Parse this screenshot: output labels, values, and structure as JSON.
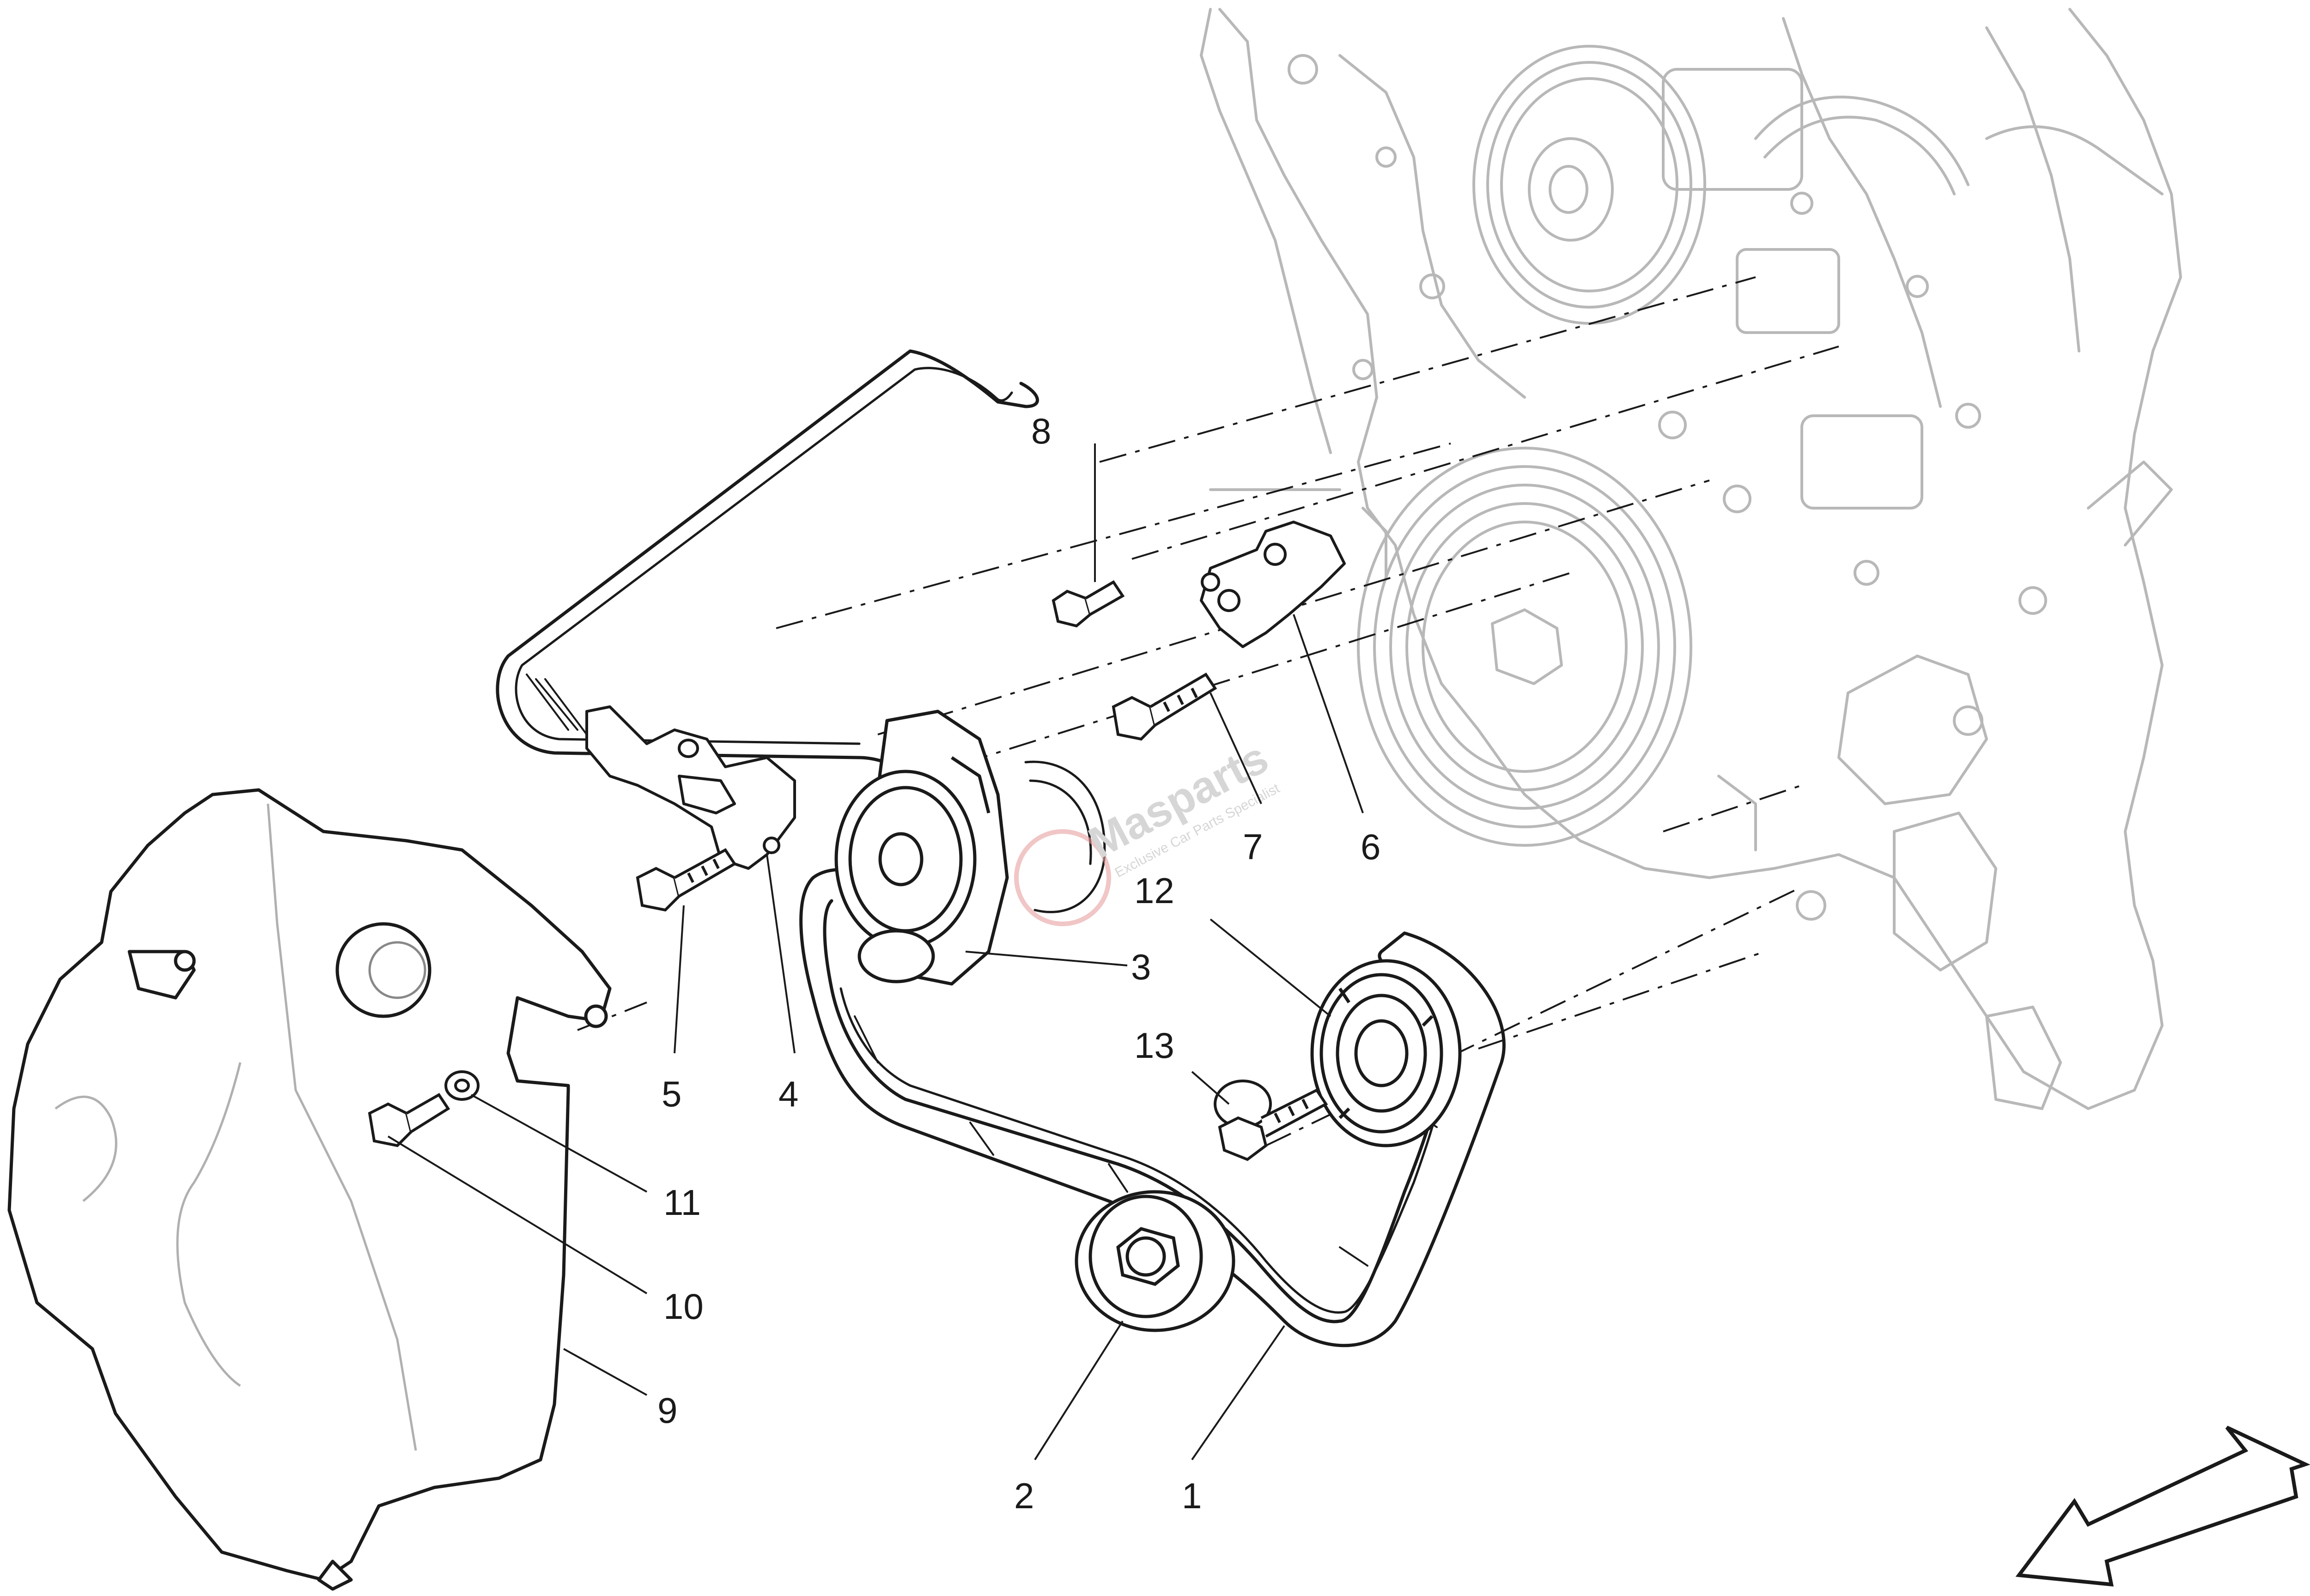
{
  "diagram": {
    "callouts": [
      {
        "id": "c1",
        "label": "1"
      },
      {
        "id": "c2",
        "label": "2"
      },
      {
        "id": "c3",
        "label": "3"
      },
      {
        "id": "c4",
        "label": "4"
      },
      {
        "id": "c5",
        "label": "5"
      },
      {
        "id": "c6",
        "label": "6"
      },
      {
        "id": "c7",
        "label": "7"
      },
      {
        "id": "c8",
        "label": "8"
      },
      {
        "id": "c9",
        "label": "9"
      },
      {
        "id": "c10",
        "label": "10"
      },
      {
        "id": "c11",
        "label": "11"
      },
      {
        "id": "c12",
        "label": "12"
      },
      {
        "id": "c13",
        "label": "13"
      }
    ],
    "watermark": {
      "brand": "Masparts",
      "tagline": "Exclusive Car Parts Specialist"
    },
    "colors": {
      "line": "#1a1a1a",
      "engine_line": "#b8b8b8",
      "watermark": "#d6d6d6",
      "accent": "#e8a0a0"
    }
  }
}
